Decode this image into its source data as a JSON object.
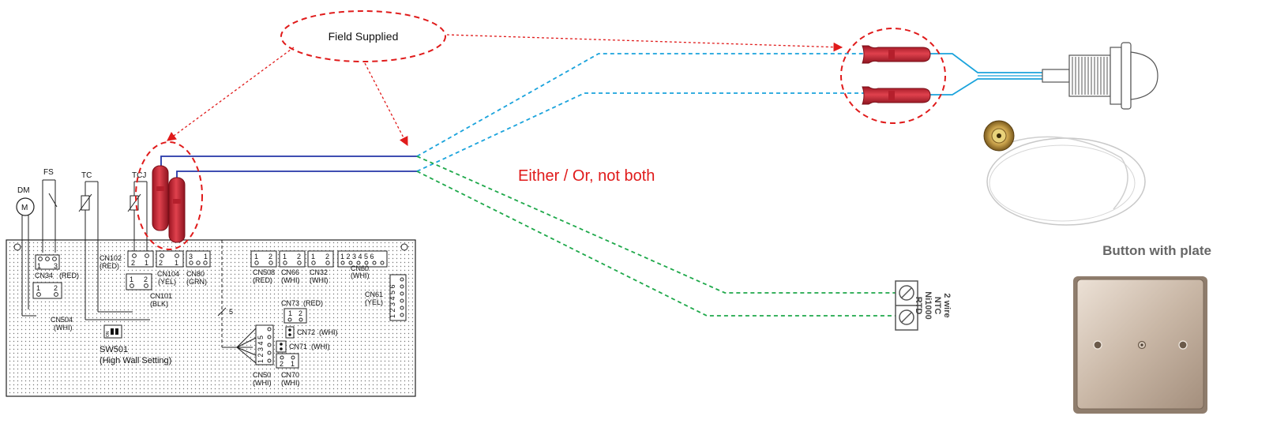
{
  "callout": {
    "label": "Field Supplied"
  },
  "note": {
    "text": "Either / Or, not both",
    "color": "#e01b1b"
  },
  "colors": {
    "callout_red": "#e01b1b",
    "connector_red": "#d42b36",
    "dark_blue": "#2436a8",
    "light_blue": "#1aa3dc",
    "green": "#1ea84a"
  },
  "sensor_block": {
    "lines": [
      "2 wire",
      "NTC",
      "Ni1000",
      "RTD"
    ]
  },
  "button_plate": {
    "title": "Button with plate"
  },
  "pcb": {
    "top_labels": [
      "FS",
      "TC",
      "TCJ",
      "DM",
      "M"
    ],
    "connectors": [
      {
        "name": "CN34",
        "color": "(RED)",
        "pins": [
          "1",
          "3"
        ]
      },
      {
        "name": "CN504",
        "color": "(WHI)",
        "pins": [
          "1",
          "2"
        ]
      },
      {
        "name": "CN102",
        "color": "(RED)",
        "pins": [
          "2",
          "1"
        ]
      },
      {
        "name": "CN101",
        "color": "(BLK)",
        "pins": [
          "1",
          "2"
        ]
      },
      {
        "name": "CN104",
        "color": "(YEL)",
        "pins": [
          "2",
          "1"
        ]
      },
      {
        "name": "CN80",
        "color": "(GRN)",
        "pins": [
          "3",
          "1"
        ]
      },
      {
        "name": "CN508",
        "color": "(RED)",
        "pins": [
          "1",
          "2"
        ]
      },
      {
        "name": "CN66",
        "color": "(WHI)",
        "pins": [
          "1",
          "2"
        ]
      },
      {
        "name": "CN32",
        "color": "(WHI)",
        "pins": [
          "1",
          "2"
        ]
      },
      {
        "name": "CN60",
        "color": "(WHI)",
        "pins": [
          "1 2 3 4 5 6"
        ]
      },
      {
        "name": "CN61",
        "color": "(YEL)",
        "pins": [
          "1 2 3 4 5 6"
        ]
      },
      {
        "name": "CN73",
        "color": "(RED)",
        "pins": [
          "1",
          "2"
        ]
      },
      {
        "name": "CN72",
        "color": "(WHI)",
        "pins": []
      },
      {
        "name": "CN71",
        "color": "(WHI)",
        "pins": []
      },
      {
        "name": "CN50",
        "color": "(WHI)",
        "pins": [
          "1 2 3 4 5"
        ]
      },
      {
        "name": "CN70",
        "color": "(WHI)",
        "pins": [
          "2",
          "1"
        ]
      }
    ],
    "switch": {
      "name": "SW501",
      "desc": "(High Wall Setting)"
    },
    "wire_count": "5",
    "switch_on": "ON"
  }
}
